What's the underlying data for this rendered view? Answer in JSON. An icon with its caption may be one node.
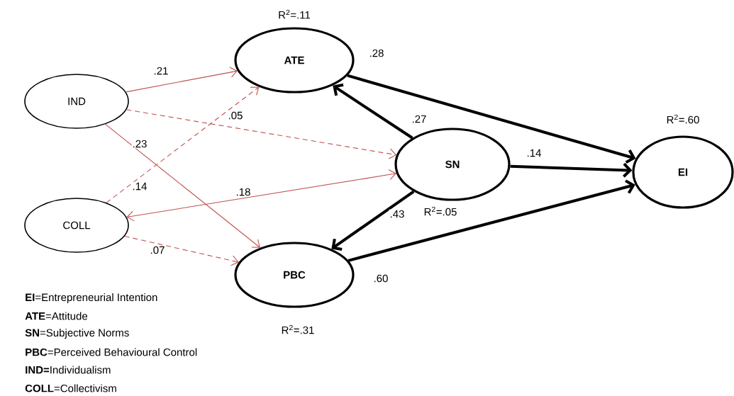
{
  "diagram": {
    "nodes": [
      {
        "text": [
          "ATE"
        ],
        "beside": [
          "R$^{2}$=.11"
        ]
      },
      {
        "text": [
          "IND"
        ]
      },
      {
        "text": [
          "EI"
        ],
        "beside": [
          "R$^{2}$=.60"
        ]
      },
      {
        "text": [
          "SN"
        ],
        "beside": [
          "R$^{2}$=.05"
        ]
      },
      {
        "text": [
          "COLL"
        ]
      },
      {
        "text": [
          "PBC"
        ],
        "beside": [
          "R$^{2}$=.31"
        ]
      }
    ],
    "edges": [
      {
        "from": 1,
        "to": 0,
        "arrow": "to",
        "label": ".21"
      },
      {
        "from": 1,
        "to": 3,
        "arrow": "to",
        "label": ".05",
        "style": "dashed"
      },
      {
        "from": 1,
        "to": 5,
        "arrow": "to",
        "label": ".23"
      },
      {
        "from": 4,
        "to": 0,
        "arrow": "to",
        "label": ".14",
        "style": "dashed"
      },
      {
        "from": 4,
        "to": 3,
        "arrow": "both",
        "label": ".18"
      },
      {
        "from": 4,
        "to": 5,
        "arrow": "to",
        "label": ".07",
        "style": "dashed"
      },
      {
        "from": 0,
        "to": 2,
        "arrow": "to",
        "label": ".28",
        "style": "thick",
        "color": "#000000"
      },
      {
        "from": 3,
        "to": 0,
        "arrow": "to",
        "label": ".27",
        "style": "thick",
        "color": "#000000"
      },
      {
        "from": 3,
        "to": 2,
        "arrow": "to",
        "label": ".14",
        "style": "thick",
        "color": "#000000"
      },
      {
        "from": 3,
        "to": 5,
        "arrow": "to",
        "label": ".43",
        "style": "thick",
        "color": "#000000"
      },
      {
        "from": 5,
        "to": 2,
        "arrow": "to",
        "label": ".60",
        "style": "thick",
        "color": "#000000"
      }
    ],
    "labels": [
      "**EI**=Entrepreneurial Intention",
      "**ATE**=Attitude",
      "**SN**=Subjective Norms",
      "**PBC**=Perceived Behavioural Control",
      "**IND=**Individualism",
      "**COLL**=Collectivism"
    ]
  }
}
